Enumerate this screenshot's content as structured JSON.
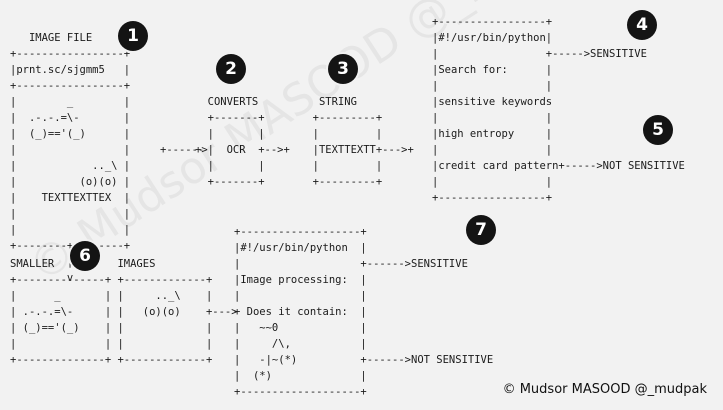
{
  "diagram": {
    "image_file_box": "   IMAGE FILE\n+-----------------+\n|prnt.sc/sjgmm5   |\n+-----------------+\n|        _        |\n|  .-.-.=\\-       |\n|  (_)=='(_)      |\n|                 |\n|            .._\\ |\n|          (o)(o) |\n|    TEXTTEXTTEX  |\n|                 |\n|                 |\n+--------+--------+\n         |\n         v",
    "converts_block": "  CONVERTS\n  +-------+\n  |       |\n+>|  OCR  +-->+\n  |       |\n  +-------+",
    "image_to_ocr_arrow": "+------",
    "string_block": "   STRING\n  +---------+\n  |         |\n  |TEXTTEXTT+--->+\n  |         |\n  +---------+",
    "script_box_1": "+-----------------+\n|#!/usr/bin/python|\n|                 +----->SENSITIVE\n|Search for:      |\n|                 |\n|sensitive keywords\n|                 |\n|high entropy     |\n|                 |\n|credit card pattern+----->NOT SENSITIVE\n|                 |\n+-----------------+",
    "smaller_images_block": "SMALLER          IMAGES\n+--------------+ +-------------+\n|      _       | |     .._\\    |\n| .-.-.=\\-     | |   (o)(o)    +--->\n| (_)=='(_)    | |             |\n|              | |             |\n+--------------+ +-------------+",
    "script_box_2": "+-------------------+\n|#!/usr/bin/python  |\n|                   +------>SENSITIVE\n|Image processing:  |\n|                   |\n+ Does it contain:  |\n|   ~~0             |\n|     /\\,           |\n|   -|~(*)          +------>NOT SENSITIVE\n|  (*)              |\n+-------------------+",
    "badges": [
      "1",
      "2",
      "3",
      "4",
      "5",
      "6",
      "7"
    ],
    "watermark": "© Mudsor MASOOD @_mudpak",
    "copyright": "© Mudsor MASOOD @_mudpak"
  }
}
